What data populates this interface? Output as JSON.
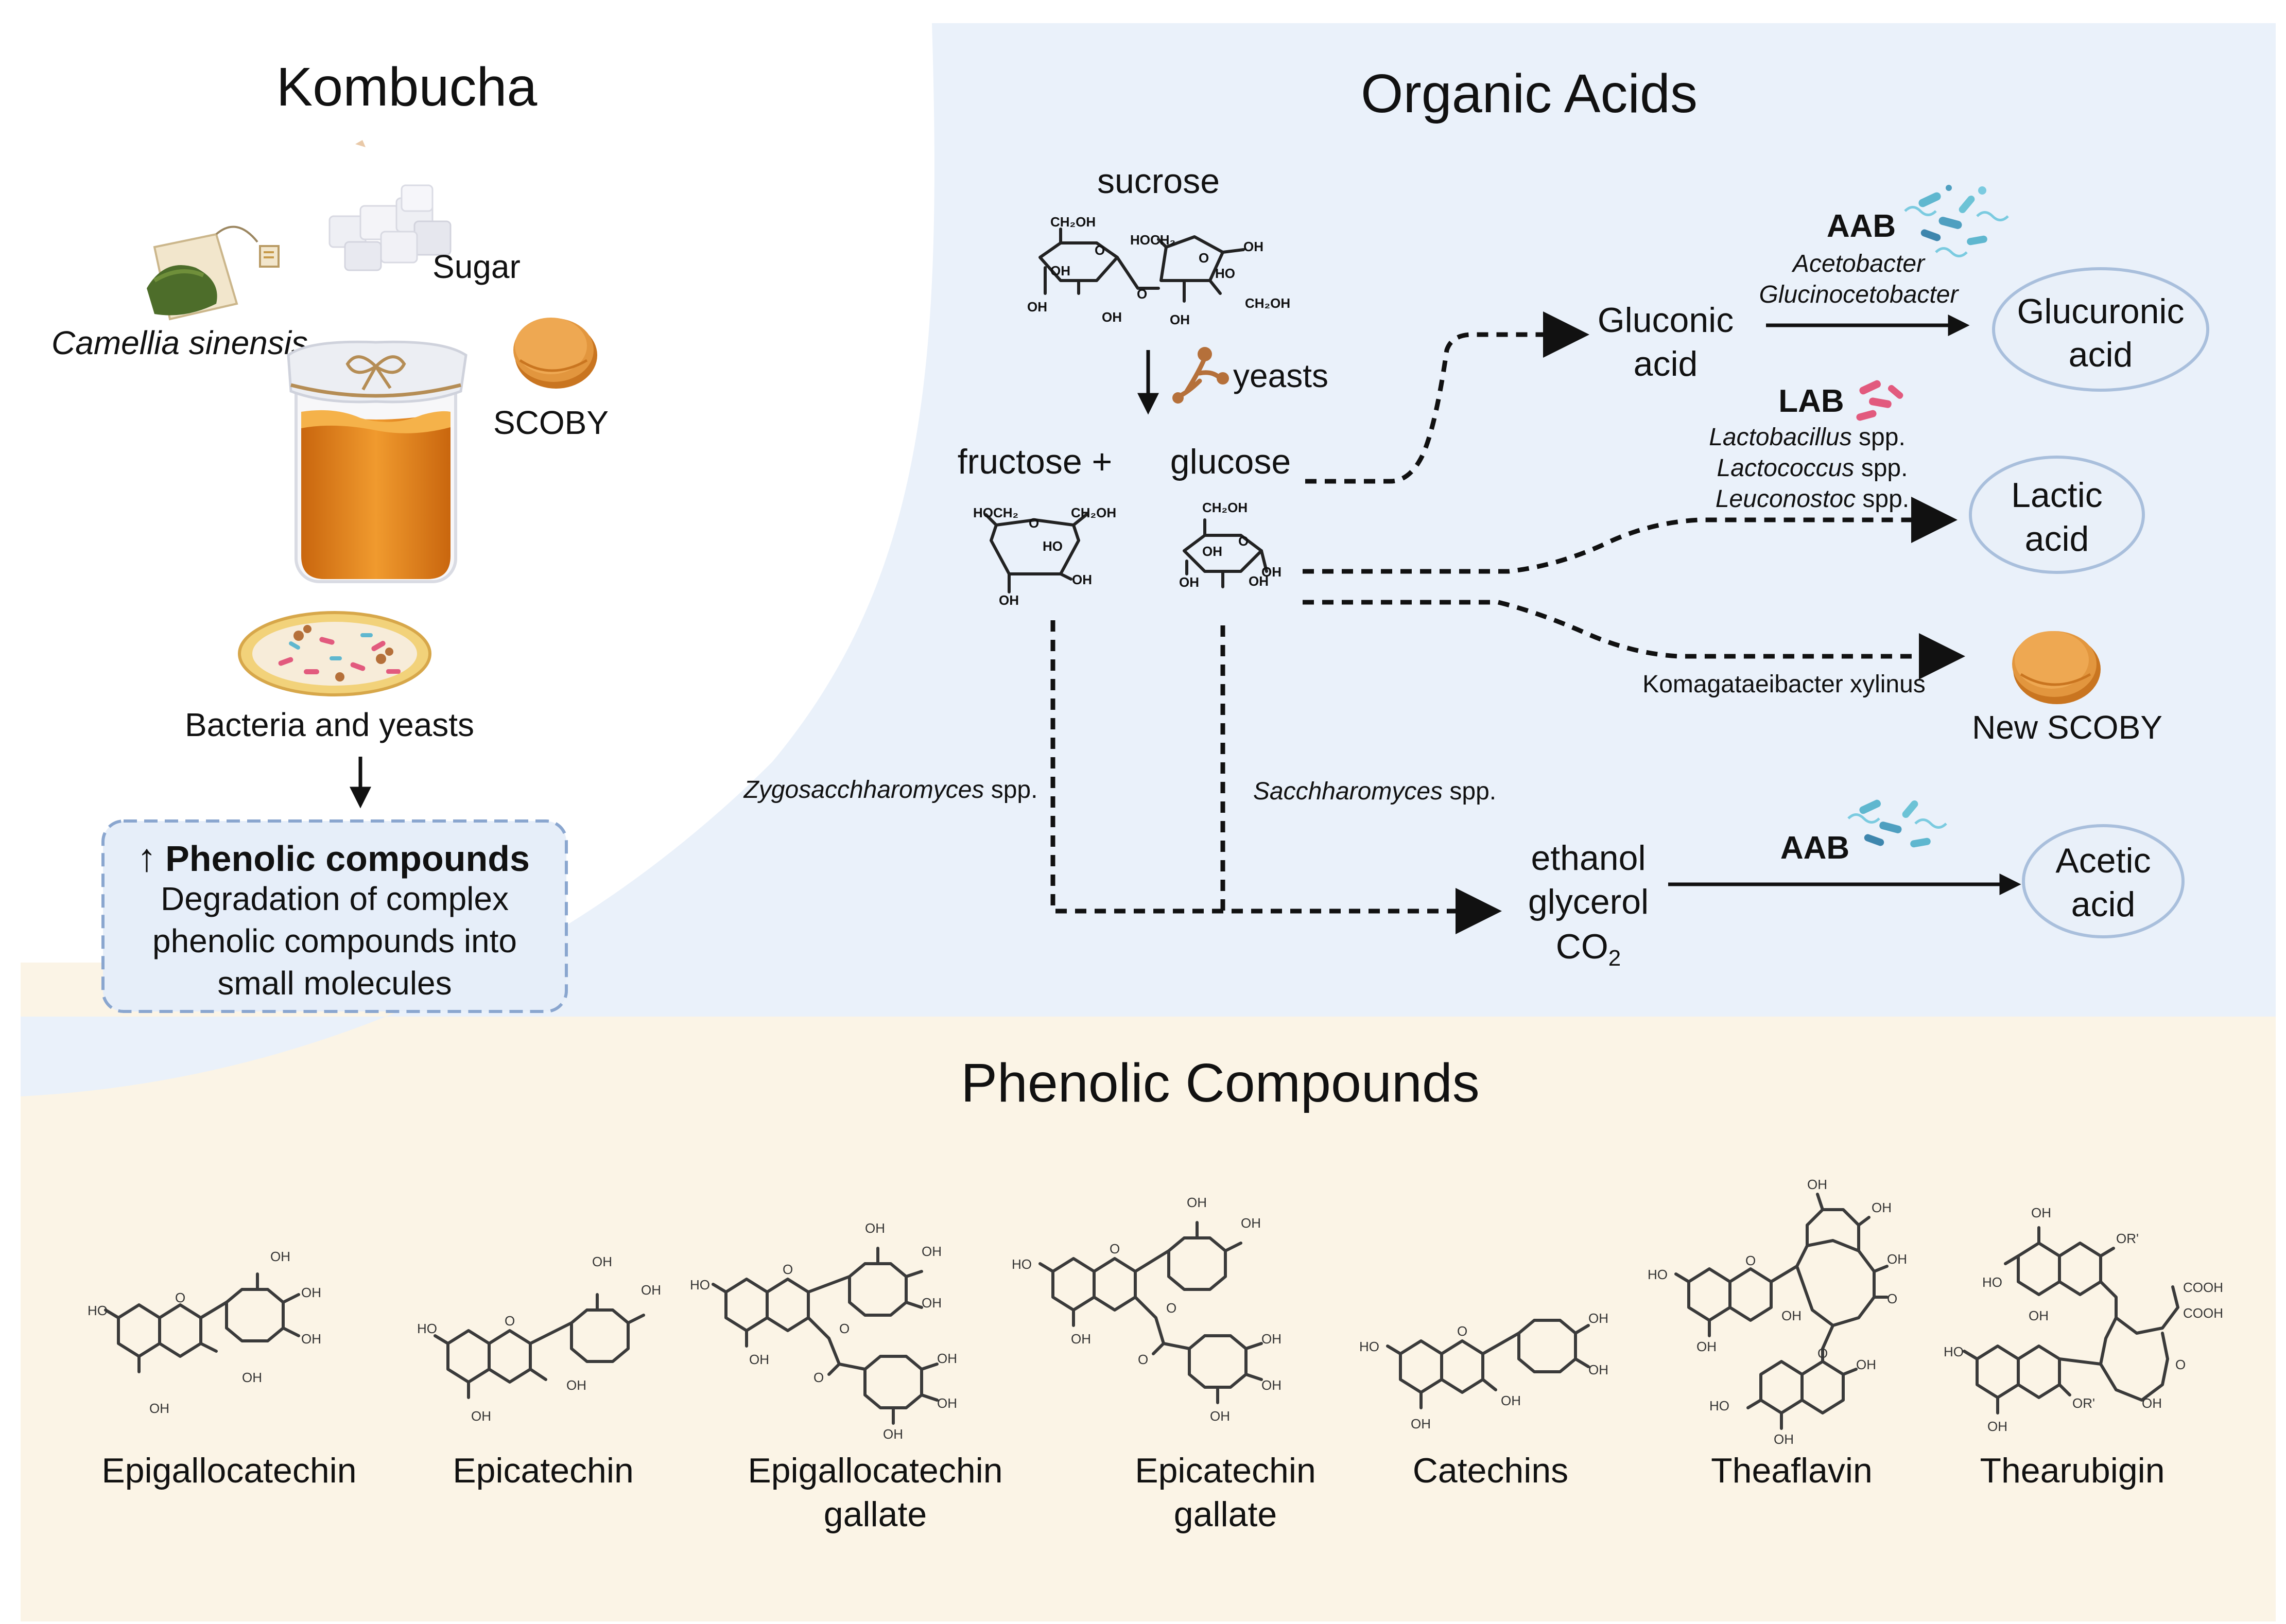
{
  "sections": {
    "kombucha": "Kombucha",
    "organic_acids": "Organic Acids",
    "phenolic_compounds": "Phenolic Compounds"
  },
  "kombucha": {
    "sugar": "Sugar",
    "camellia": "Camellia sinensis",
    "scoby": "SCOBY",
    "bacteria_yeasts": "Bacteria and yeasts",
    "box": {
      "arrow": "↑",
      "title": "Phenolic compounds",
      "line1": "Degradation of complex",
      "line2": "phenolic compounds into",
      "line3": "small molecules"
    }
  },
  "acids": {
    "sucrose": "sucrose",
    "yeasts": "yeasts",
    "fructose": "fructose +",
    "glucose": "glucose",
    "gluconic_1": "Gluconic",
    "gluconic_2": "acid",
    "aab_1": "AAB",
    "acetobacter": "Acetobacter",
    "glucinocetobacter": "Glucinocetobacter",
    "glucuronic_1": "Glucuronic",
    "glucuronic_2": "acid",
    "lab": "LAB",
    "lactobacillus": "Lactobacillus",
    "lactococcus": "Lactococcus",
    "leuconostoc": "Leuconostoc",
    "spp": "spp.",
    "lactic_1": "Lactic",
    "lactic_2": "acid",
    "komagataeibacter": "Komagataeibacter xylinus",
    "new_scoby": "New SCOBY",
    "zygo": "Zygosacchharomyces",
    "sacch": "Sacchharomyces",
    "ethanol": "ethanol",
    "glycerol": "glycerol",
    "co2": "CO",
    "co2_sub": "2",
    "aab_2": "AAB",
    "acetic_1": "Acetic",
    "acetic_2": "acid"
  },
  "atoms": {
    "ch2oh": "CH₂OH",
    "hoch2": "HOCH₂",
    "oh": "OH",
    "ho": "HO",
    "o": "O",
    "cooh": "COOH",
    "or": "OR'"
  },
  "compounds": [
    {
      "name": "Epigallocatechin"
    },
    {
      "name": "Epicatechin"
    },
    {
      "name_1": "Epigallocatechin",
      "name_2": "gallate"
    },
    {
      "name_1": "Epicatechin",
      "name_2": "gallate"
    },
    {
      "name": "Catechins"
    },
    {
      "name": "Theaflavin"
    },
    {
      "name": "Thearubigin"
    }
  ],
  "colors": {
    "organic_bg": "#eaf1fa",
    "phenolic_bg": "#fbf4e6",
    "box_border": "#8aa6cf",
    "box_fill": "#e6eef9",
    "ellipse_fill": "#e9f0f9",
    "ellipse_stroke": "#a9bfdc",
    "tea_orange": "#e68a1c",
    "scoby": "#e2963e"
  }
}
